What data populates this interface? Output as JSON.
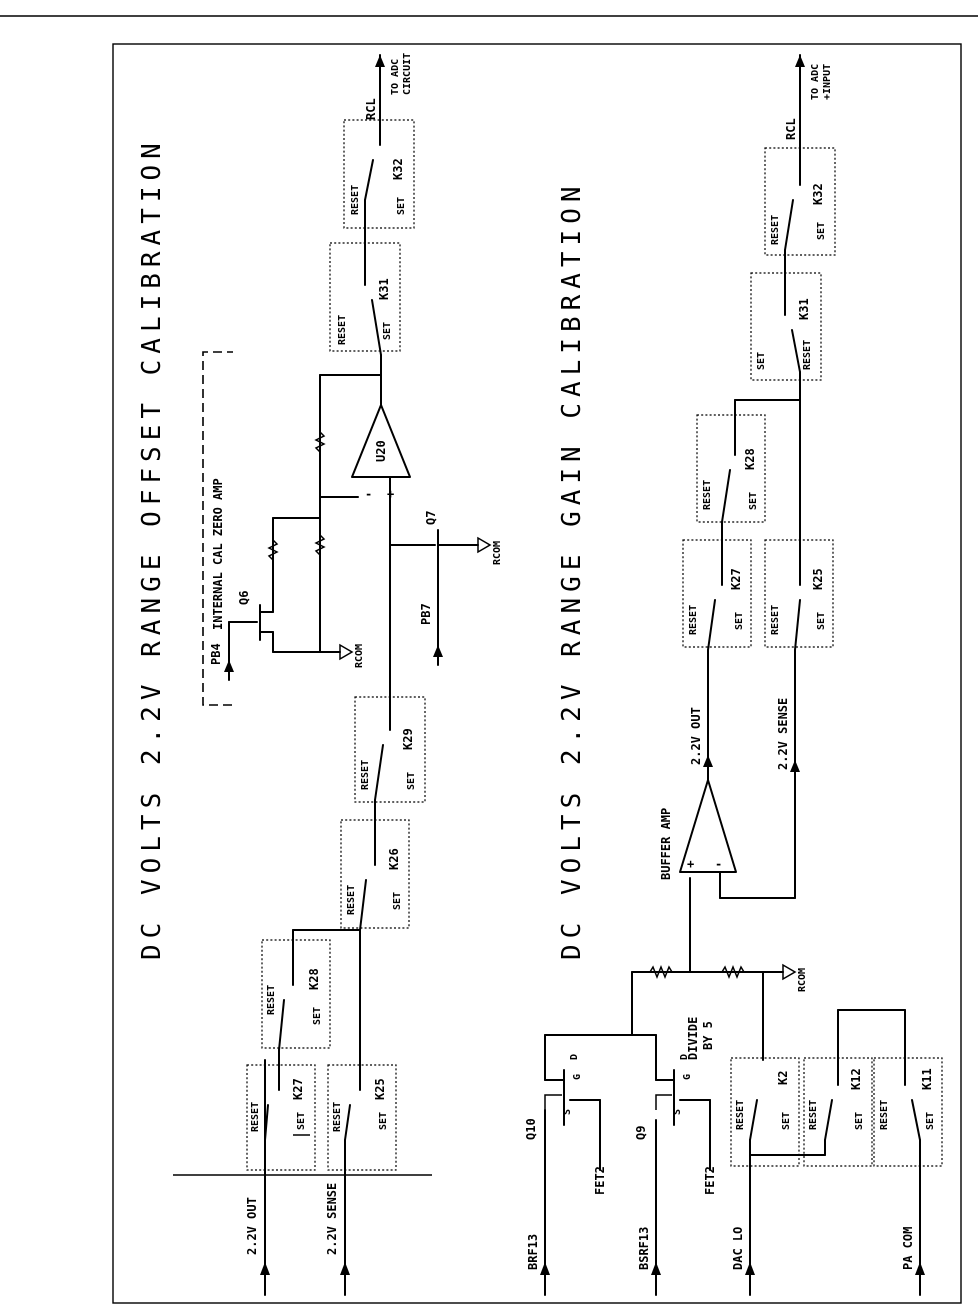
{
  "diagram": {
    "title_offset": "DC VOLTS 2.2V RANGE OFFSET CALIBRATION",
    "title_gain": "DC VOLTS 2.2V RANGE GAIN CALIBRATION",
    "offset": {
      "internal_cal_zero_amp": "INTERNAL CAL ZERO AMP",
      "to_adc_line1": "TO ADC",
      "to_adc_line2": "CIRCUIT",
      "rcl": "RCL",
      "inputs": [
        "2.2V OUT",
        "2.2V SENSE"
      ],
      "relays": [
        {
          "name": "K27",
          "reset": "RESET",
          "set": "SET"
        },
        {
          "name": "K25",
          "reset": "RESET",
          "set": "SET"
        },
        {
          "name": "K28",
          "reset": "RESET",
          "set": "SET"
        },
        {
          "name": "K26",
          "reset": "RESET",
          "set": "SET"
        },
        {
          "name": "K29",
          "reset": "RESET",
          "set": "SET"
        },
        {
          "name": "K31",
          "reset": "RESET",
          "set": "SET"
        },
        {
          "name": "K32",
          "reset": "RESET",
          "set": "SET"
        }
      ],
      "opamp": "U20",
      "minus": "-",
      "plus": "+",
      "q6": "Q6",
      "q7": "Q7",
      "pb4": "PB4",
      "pb7": "PB7",
      "rcom_a": "RCOM",
      "rcom_b": "RCOM"
    },
    "gain": {
      "to_adc_line1": "TO ADC",
      "to_adc_line2": "+INPUT",
      "rcl": "RCL",
      "buffer_amp": "BUFFER AMP",
      "divide_line1": "DIVIDE",
      "divide_line2": "BY 5",
      "rcom": "RCOM",
      "out_label": "2.2V OUT",
      "sense_label": "2.2V SENSE",
      "inputs": [
        "BRF13",
        "BSRF13",
        "DAC LO",
        "PA COM"
      ],
      "q10": "Q10",
      "q9": "Q9",
      "fet_a": "FET2",
      "fet_b": "FET2",
      "s": "S",
      "g": "G",
      "d": "D",
      "relays": [
        {
          "name": "K2",
          "reset": "RESET",
          "set": "SET"
        },
        {
          "name": "K12",
          "reset": "RESET",
          "set": "SET"
        },
        {
          "name": "K11",
          "reset": "RESET",
          "set": "SET"
        },
        {
          "name": "K27",
          "reset": "RESET",
          "set": "SET"
        },
        {
          "name": "K25",
          "reset": "RESET",
          "set": "SET"
        },
        {
          "name": "K28",
          "reset": "RESET",
          "set": "SET"
        },
        {
          "name": "K31",
          "reset": "RESET",
          "set": "SET"
        },
        {
          "name": "K32",
          "reset": "RESET",
          "set": "SET"
        }
      ],
      "plus": "+",
      "minus": "-"
    }
  }
}
